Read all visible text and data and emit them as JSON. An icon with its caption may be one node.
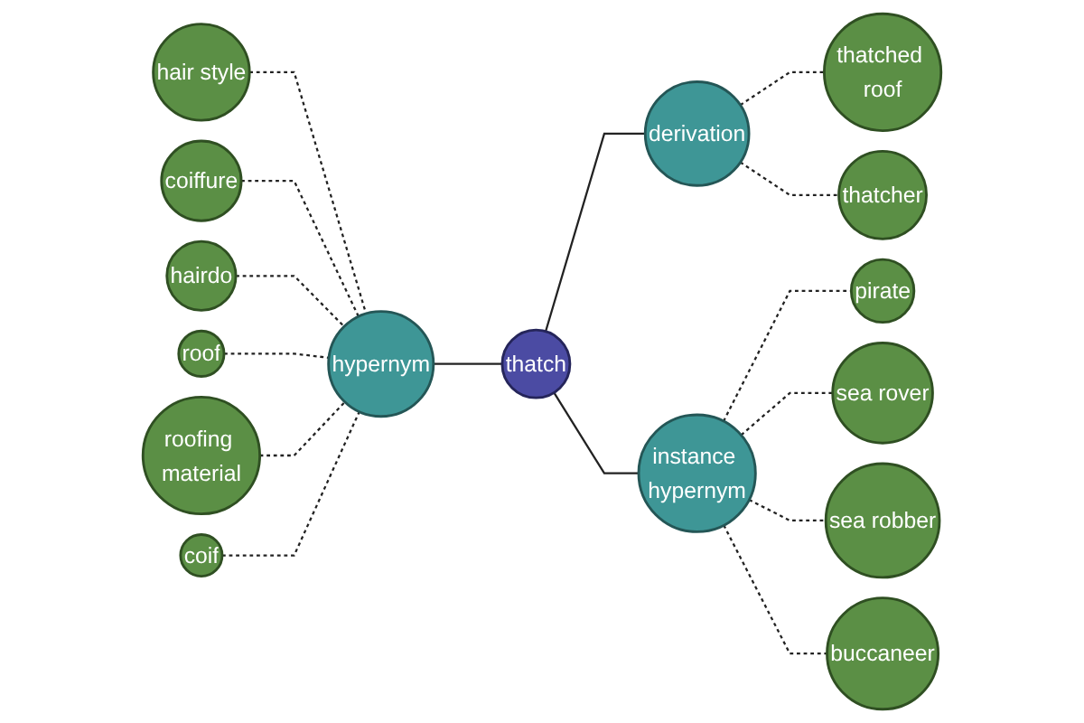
{
  "diagram": {
    "nodes": [
      {
        "text": [
          "hair style"
        ]
      },
      {
        "text": [
          "thatched roof"
        ]
      },
      {
        "text": [
          "thatcher"
        ]
      },
      {
        "text": [
          "coiffure"
        ]
      },
      {
        "text": [
          "hairdo"
        ]
      },
      {
        "text": [
          "derivation"
        ]
      },
      {
        "text": [
          "hypernym"
        ]
      },
      {
        "text": [
          "roof"
        ]
      },
      {
        "text": [
          "roofing material"
        ]
      },
      {
        "text": [
          "thatch"
        ]
      },
      {
        "text": [
          "coif"
        ]
      },
      {
        "text": [
          "pirate"
        ]
      },
      {
        "text": [
          "instance hypernym"
        ]
      },
      {
        "text": [
          "sea rover"
        ]
      },
      {
        "text": [
          "sea robber"
        ]
      },
      {
        "text": [
          "buccaneer"
        ]
      }
    ],
    "edges": [
      {
        "from": 0,
        "to": 6,
        "arrow": "none",
        "style": "dashed"
      },
      {
        "from": 3,
        "to": 6,
        "arrow": "none",
        "style": "dashed"
      },
      {
        "from": 4,
        "to": 6,
        "arrow": "none",
        "style": "dashed"
      },
      {
        "from": 7,
        "to": 6,
        "arrow": "none",
        "style": "dashed"
      },
      {
        "from": 8,
        "to": 6,
        "arrow": "none",
        "style": "dashed"
      },
      {
        "from": 10,
        "to": 6,
        "arrow": "none",
        "style": "dashed"
      },
      {
        "from": 6,
        "to": 9,
        "arrow": "none"
      },
      {
        "from": 9,
        "to": 5,
        "arrow": "none"
      },
      {
        "from": 9,
        "to": 12,
        "arrow": "none"
      },
      {
        "from": 5,
        "to": 1,
        "arrow": "none",
        "style": "dashed"
      },
      {
        "from": 5,
        "to": 2,
        "arrow": "none",
        "style": "dashed"
      },
      {
        "from": 12,
        "to": 11,
        "arrow": "none",
        "style": "dashed"
      },
      {
        "from": 12,
        "to": 13,
        "arrow": "none",
        "style": "dashed"
      },
      {
        "from": 12,
        "to": 14,
        "arrow": "none",
        "style": "dashed"
      },
      {
        "from": 12,
        "to": 15,
        "arrow": "none",
        "style": "dashed"
      }
    ]
  }
}
